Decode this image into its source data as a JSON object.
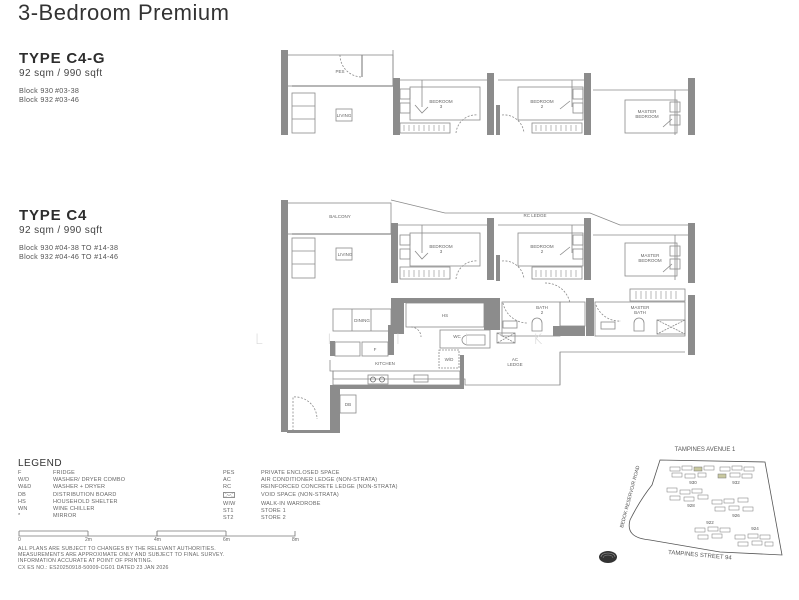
{
  "page": {
    "title": "3-Bedroom Premium"
  },
  "units": [
    {
      "type": "TYPE C4-G",
      "area": "92 sqm / 990 sqft",
      "blocks": [
        {
          "block": "Block 930",
          "units": "#03-38"
        },
        {
          "block": "Block 932",
          "units": "#03-46"
        }
      ],
      "rooms": {
        "outdoor": "PES",
        "living": "LIVING",
        "bedroom3": [
          "BEDROOM",
          "3"
        ],
        "bedroom2": [
          "BEDROOM",
          "2"
        ],
        "master": [
          "MASTER",
          "BEDROOM"
        ]
      }
    },
    {
      "type": "TYPE C4",
      "area": "92 sqm / 990 sqft",
      "blocks": [
        {
          "block": "Block 930",
          "units": "#04-38 TO #14-38"
        },
        {
          "block": "Block 932",
          "units": "#04-46 TO #14-46"
        }
      ],
      "rooms": {
        "outdoor": "BALCONY",
        "living": "LIVING",
        "rc_ledge": "RC LEDGE",
        "bedroom3": [
          "BEDROOM",
          "3"
        ],
        "bedroom2": [
          "BEDROOM",
          "2"
        ],
        "master": [
          "MASTER",
          "BEDROOM"
        ],
        "dining": "DINING",
        "hs": "HS",
        "bath2": [
          "BATH",
          "2"
        ],
        "master_bath": [
          "MASTER",
          "BATH"
        ],
        "wc": "WC",
        "fridge": "F",
        "kitchen": "KITCHEN",
        "wd": "W/D",
        "ac_ledge": [
          "AC",
          "LEDGE"
        ],
        "db": "DB"
      }
    }
  ],
  "legend": {
    "heading": "LEGEND",
    "left": [
      {
        "key": "F",
        "desc": "FRIDGE"
      },
      {
        "key": "W/D",
        "desc": "WASHER/ DRYER COMBO"
      },
      {
        "key": "W&D",
        "desc": "WASHER + DRYER"
      },
      {
        "key": "DB",
        "desc": "DISTRIBUTION BOARD"
      },
      {
        "key": "HS",
        "desc": "HOUSEHOLD SHELTER"
      },
      {
        "key": "WN",
        "desc": "WINE CHILLER"
      },
      {
        "key": "*",
        "desc": "MIRROR"
      }
    ],
    "right": [
      {
        "key": "PES",
        "desc": "PRIVATE ENCLOSED SPACE"
      },
      {
        "key": "AC",
        "desc": "AIR CONDITIONER LEDGE (NON-STRATA)"
      },
      {
        "key": "RC",
        "desc": "REINFORCED CONCRETE LEDGE (NON-STRATA)"
      },
      {
        "key": "void-icon",
        "desc": "VOID SPACE (NON-STRATA)"
      },
      {
        "key": "WIW",
        "desc": "WALK-IN WARDROBE"
      },
      {
        "key": "ST1",
        "desc": "STORE 1"
      },
      {
        "key": "ST2",
        "desc": "STORE 2"
      }
    ]
  },
  "scale": {
    "ticks": [
      "0",
      "2m",
      "4m",
      "6m",
      "8m"
    ]
  },
  "notes": [
    "ALL PLANS ARE SUBJECT TO CHANGES BY THE RELEVANT AUTHORITIES.",
    "MEASUREMENTS ARE APPROXIMATE ONLY AND SUBJECT TO FINAL SURVEY.",
    "INFORMATION ACCURATE AT POINT OF PRINTING.",
    "CX ES NO.: ES20250918-50009-CG01 DATED 23 JAN 2026"
  ],
  "site_plan": {
    "north_road": "TAMPINES AVENUE 1",
    "west_road": "BEDOK RESERVOIR ROAD",
    "south_road": "TAMPINES STREET 94",
    "blocks": [
      "930",
      "932",
      "928",
      "926",
      "922",
      "924"
    ],
    "highlight_color": "#c9c9a0"
  },
  "watermark": "L I I I K"
}
